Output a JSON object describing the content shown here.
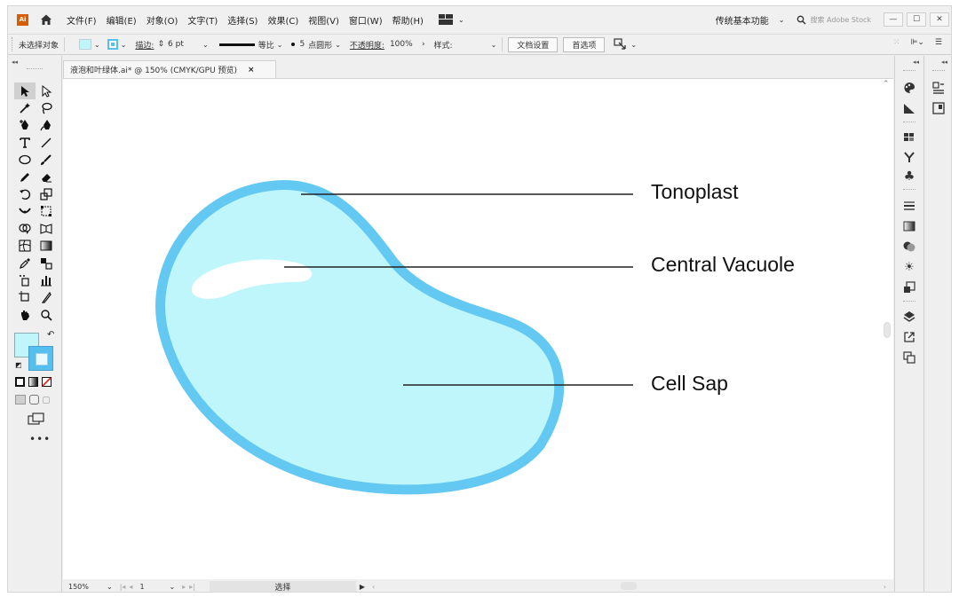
{
  "app": {
    "logo_text": "Ai",
    "menu": [
      "文件(F)",
      "编辑(E)",
      "对象(O)",
      "文字(T)",
      "选择(S)",
      "效果(C)",
      "视图(V)",
      "窗口(W)",
      "帮助(H)"
    ],
    "workspace": "传统基本功能",
    "search_placeholder": "搜索 Adobe Stock"
  },
  "control_bar": {
    "selection_status": "未选择对象",
    "stroke_label": "描边:",
    "stroke_weight": "6 pt",
    "profile": "等比",
    "brush_size": "5",
    "brush_name": "点圆形",
    "opacity_label": "不透明度:",
    "opacity_value": "100%",
    "style_label": "样式:",
    "doc_setup_button": "文档设置",
    "preferences_button": "首选项"
  },
  "document": {
    "tab_title": "液泡和叶绿体.ai* @ 150% (CMYK/GPU 预览)",
    "close_glyph": "×"
  },
  "illustration": {
    "labels": {
      "tonoplast": "Tonoplast",
      "central_vacuole": "Central Vacuole",
      "cell_sap": "Cell Sap"
    },
    "colors": {
      "membrane": "#63c8f2",
      "sap": "#bff6fb",
      "highlight": "#ffffff",
      "leader_line": "#222222"
    }
  },
  "status_bar": {
    "zoom": "150%",
    "page": "1",
    "mode": "选择"
  },
  "colors": {
    "fill_swatch": "#bff5fb",
    "stroke_swatch": "#55c0ee",
    "ui_background": "#efefef"
  }
}
